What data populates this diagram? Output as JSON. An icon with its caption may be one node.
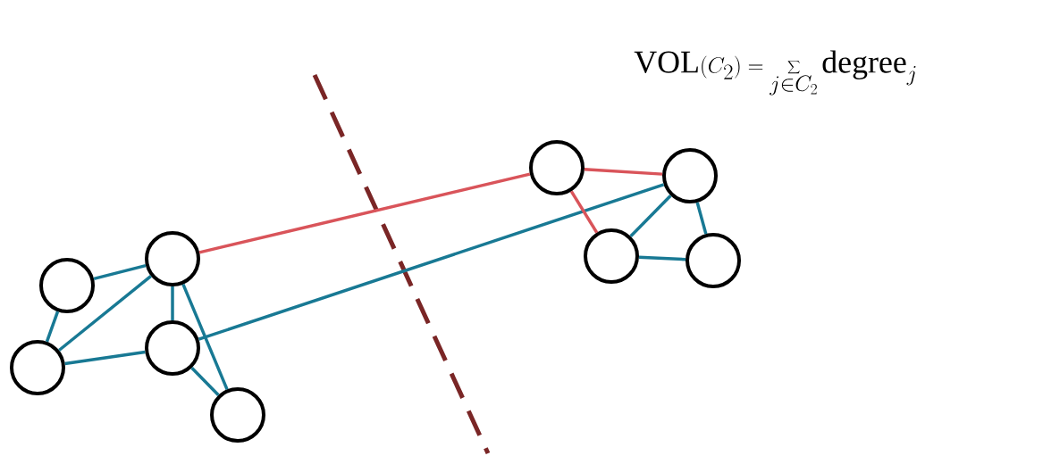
{
  "diagram": {
    "nodes": [
      {
        "text": [],
        "shape": "circle"
      },
      {
        "text": [],
        "shape": "circle"
      },
      {
        "text": [],
        "shape": "circle"
      },
      {
        "text": [],
        "shape": "circle"
      },
      {
        "text": [],
        "shape": "circle"
      },
      {
        "text": [],
        "shape": "circle"
      },
      {
        "text": [],
        "shape": "circle"
      },
      {
        "text": [],
        "shape": "circle"
      },
      {
        "text": [],
        "shape": "circle"
      }
    ],
    "edges": [
      {
        "from": 0,
        "to": 1,
        "arrow": "none"
      },
      {
        "from": 0,
        "to": 2,
        "arrow": "none"
      },
      {
        "from": 1,
        "to": 2,
        "arrow": "none"
      },
      {
        "from": 1,
        "to": 3,
        "arrow": "none"
      },
      {
        "from": 2,
        "to": 3,
        "arrow": "none"
      },
      {
        "from": 1,
        "to": 4,
        "arrow": "none"
      },
      {
        "from": 3,
        "to": 4,
        "arrow": "none"
      },
      {
        "from": 1,
        "to": 5,
        "arrow": "none",
        "color": "#d9545a"
      },
      {
        "from": 3,
        "to": 6,
        "arrow": "none"
      },
      {
        "from": 5,
        "to": 6,
        "arrow": "none",
        "color": "#d9545a"
      },
      {
        "from": 5,
        "to": 7,
        "arrow": "none",
        "color": "#d9545a"
      },
      {
        "from": 6,
        "to": 7,
        "arrow": "none"
      },
      {
        "from": 6,
        "to": 8,
        "arrow": "none"
      },
      {
        "from": 7,
        "to": 8,
        "arrow": "none"
      }
    ],
    "labels": [
      "\\mathrm{VOL}(C_2) = \\sum_{j \\in C_2} \\mathrm{degree}_j"
    ]
  }
}
